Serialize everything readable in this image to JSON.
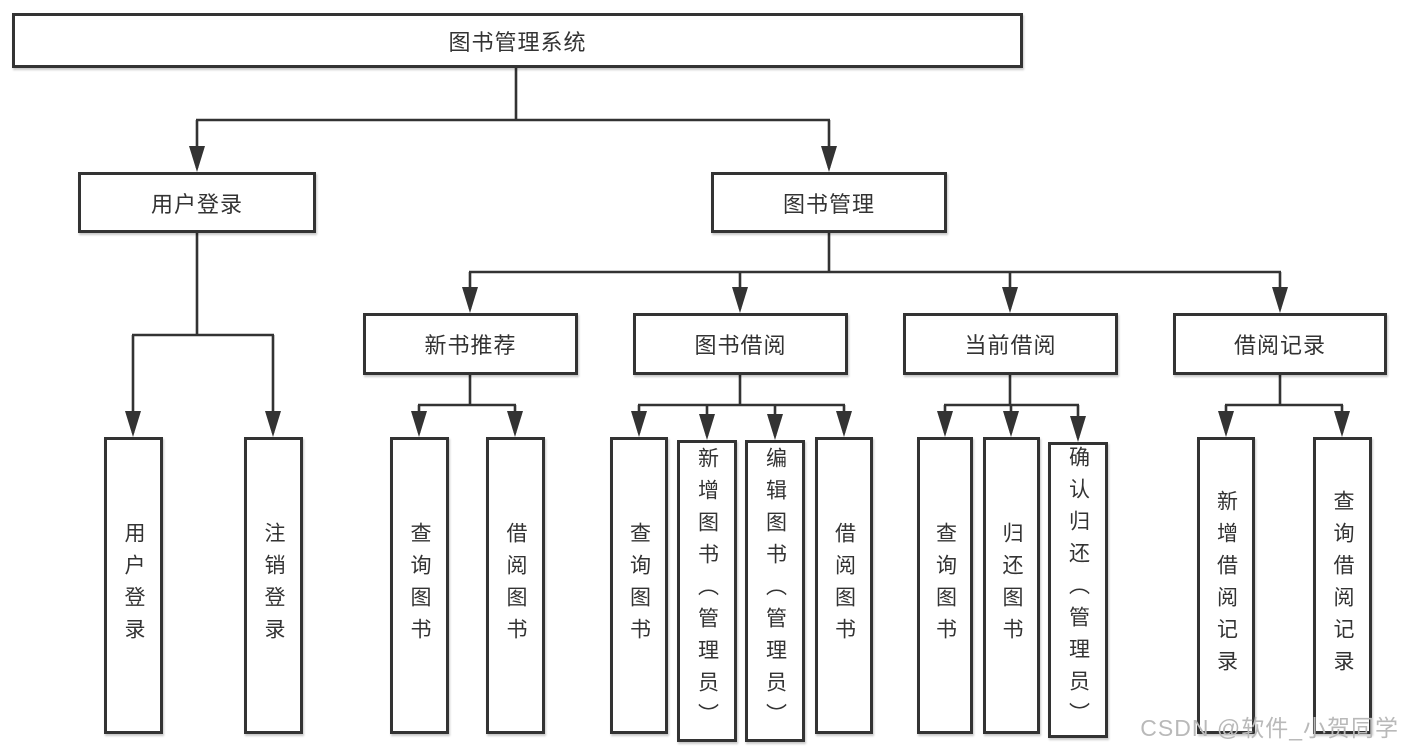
{
  "colors": {
    "line": "#333333",
    "box_border": "#333333",
    "text": "#333333",
    "background": "#ffffff",
    "watermark": "#b9b9b9"
  },
  "watermark": "CSDN @软件_小贺同学",
  "tree": {
    "root": "图书管理系统",
    "branches": [
      {
        "label": "用户登录",
        "children": [
          "用户登录",
          "注销登录"
        ]
      },
      {
        "label": "图书管理",
        "children": [
          {
            "label": "新书推荐",
            "children": [
              "查询图书",
              "借阅图书"
            ]
          },
          {
            "label": "图书借阅",
            "children": [
              "查询图书",
              "新增图书（管理员）",
              "编辑图书（管理员）",
              "借阅图书"
            ]
          },
          {
            "label": "当前借阅",
            "children": [
              "查询图书",
              "归还图书",
              "确认归还（管理员）"
            ]
          },
          {
            "label": "借阅记录",
            "children": [
              "新增借阅记录",
              "查询借阅记录"
            ]
          }
        ]
      }
    ]
  }
}
